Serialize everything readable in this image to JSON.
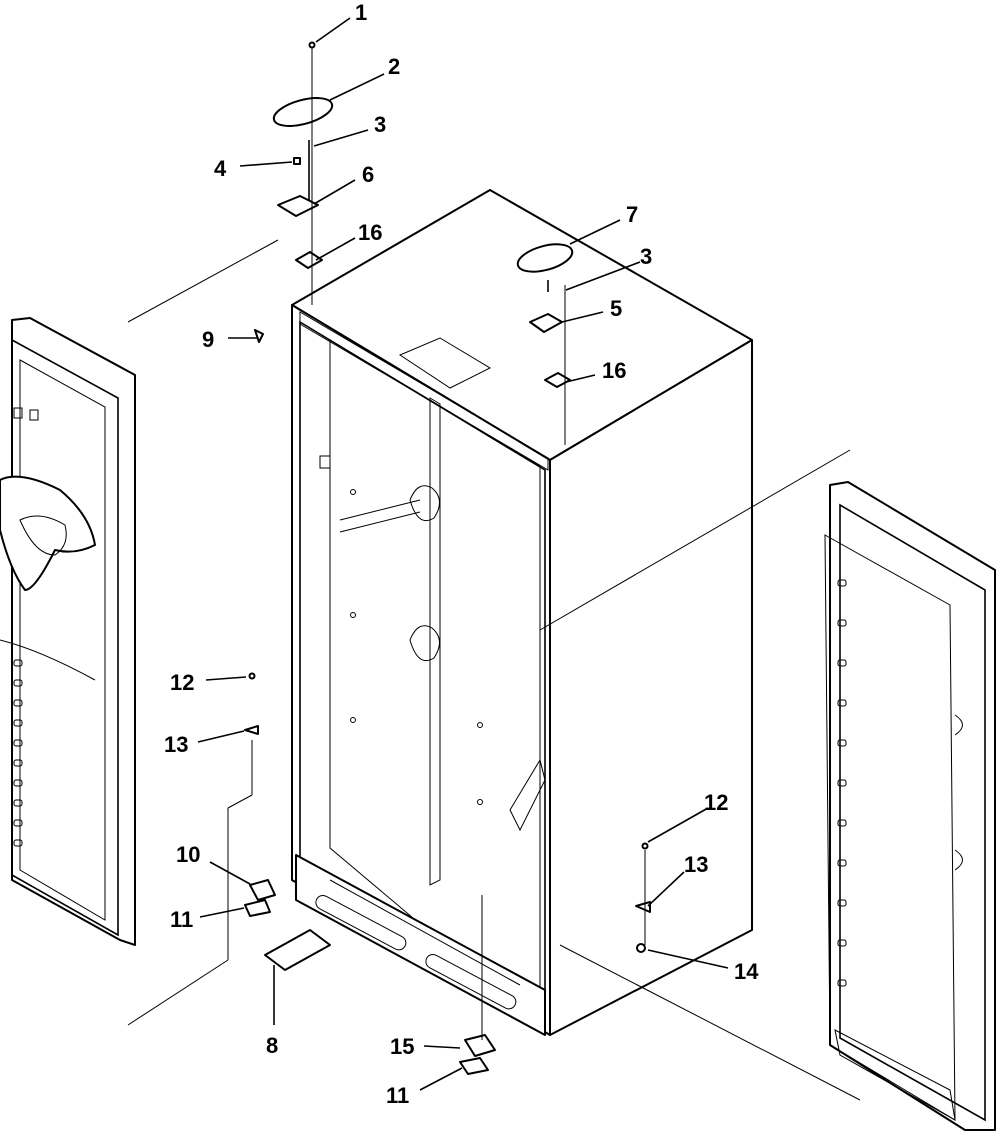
{
  "callouts": [
    {
      "id": "c1",
      "label": "1"
    },
    {
      "id": "c2",
      "label": "2"
    },
    {
      "id": "c3a",
      "label": "3"
    },
    {
      "id": "c4",
      "label": "4"
    },
    {
      "id": "c6",
      "label": "6"
    },
    {
      "id": "c16a",
      "label": "16"
    },
    {
      "id": "c7",
      "label": "7"
    },
    {
      "id": "c3b",
      "label": "3"
    },
    {
      "id": "c5",
      "label": "5"
    },
    {
      "id": "c16b",
      "label": "16"
    },
    {
      "id": "c9",
      "label": "9"
    },
    {
      "id": "c12a",
      "label": "12"
    },
    {
      "id": "c13a",
      "label": "13"
    },
    {
      "id": "c10",
      "label": "10"
    },
    {
      "id": "c11a",
      "label": "11"
    },
    {
      "id": "c8",
      "label": "8"
    },
    {
      "id": "c15",
      "label": "15"
    },
    {
      "id": "c11b",
      "label": "11"
    },
    {
      "id": "c12b",
      "label": "12"
    },
    {
      "id": "c13b",
      "label": "13"
    },
    {
      "id": "c14",
      "label": "14"
    }
  ]
}
